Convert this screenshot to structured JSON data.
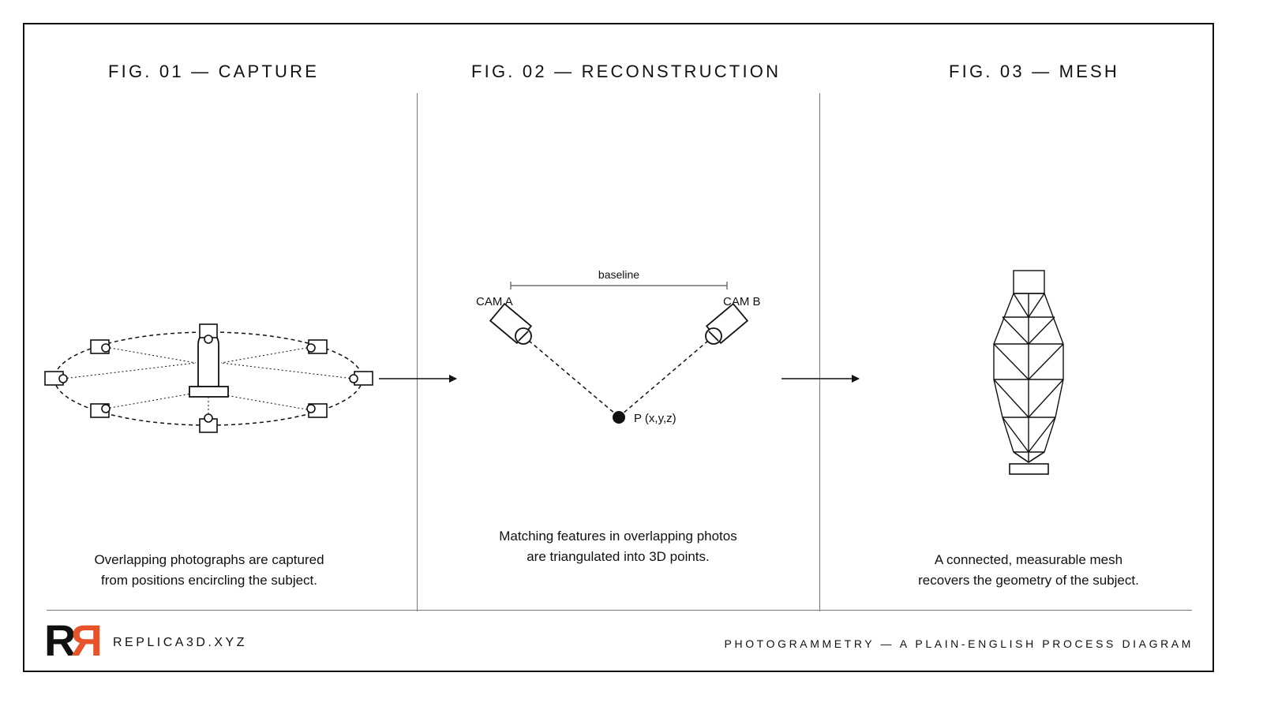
{
  "fig1": {
    "title": "FIG. 01 — CAPTURE",
    "caption_line1": "Overlapping photographs are captured",
    "caption_line2": "from positions encircling the subject."
  },
  "fig2": {
    "title": "FIG. 02 — RECONSTRUCTION",
    "baseline_label": "baseline",
    "cam_a_label": "CAM A",
    "cam_b_label": "CAM B",
    "point_label": "P (x,y,z)",
    "caption_line1": "Matching features in overlapping photos",
    "caption_line2": "are triangulated into 3D points."
  },
  "fig3": {
    "title": "FIG. 03 — MESH",
    "caption_line1": "A connected, measurable mesh",
    "caption_line2": "recovers the geometry of the subject."
  },
  "footer": {
    "logo_text": "RR",
    "brand": "REPLICA3D.XYZ",
    "tagline": "PHOTOGRAMMETRY — A PLAIN-ENGLISH PROCESS DIAGRAM"
  },
  "colors": {
    "ink": "#111111",
    "divider": "#777777",
    "accent": "#e8542a"
  }
}
